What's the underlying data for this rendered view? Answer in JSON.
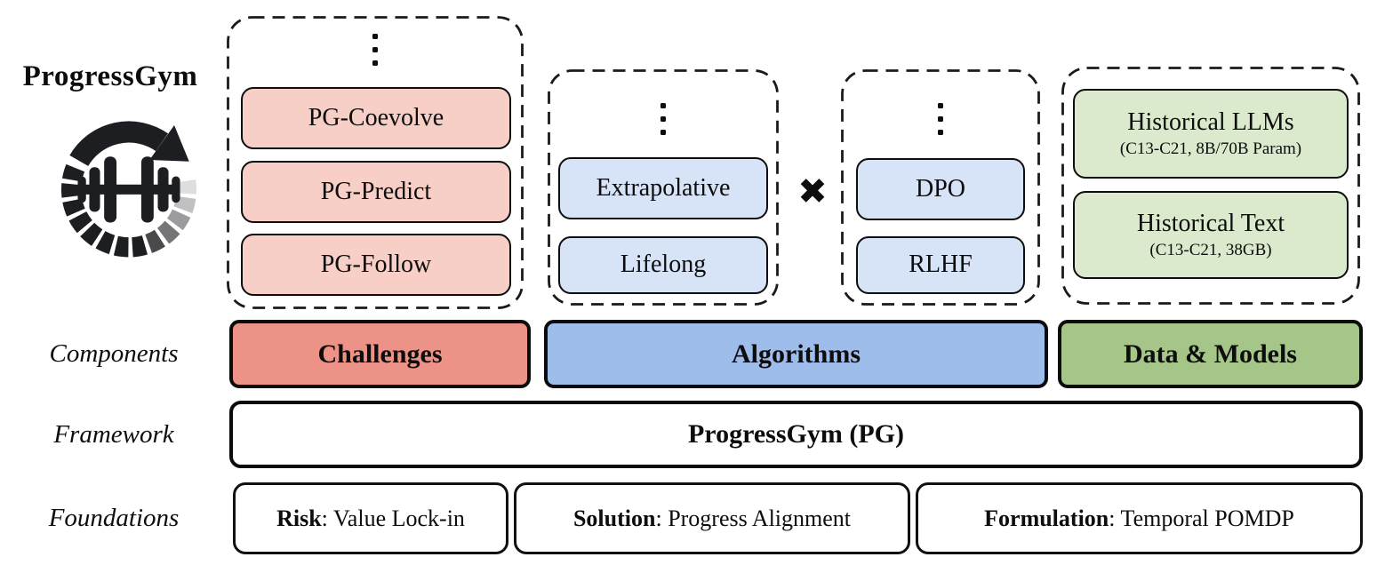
{
  "title": "ProgressGym",
  "icons": {
    "logo": "progressgym-circular-arrow-dumbbell",
    "vertical_ellipsis": "⋮",
    "cross_multiply": "✖"
  },
  "groups": {
    "challenges": {
      "items": [
        "PG-Coevolve",
        "PG-Predict",
        "PG-Follow"
      ]
    },
    "algorithm_paradigms": {
      "items": [
        "Extrapolative",
        "Lifelong"
      ]
    },
    "alignment_methods": {
      "items": [
        "DPO",
        "RLHF"
      ]
    },
    "data_models": {
      "items": [
        {
          "label": "Historical LLMs",
          "detail": "(C13-C21, 8B/70B Param)"
        },
        {
          "label": "Historical Text",
          "detail": "(C13-C21, 38GB)"
        }
      ]
    }
  },
  "rows": {
    "components": {
      "label": "Components",
      "challenges": "Challenges",
      "algorithms": "Algorithms",
      "data_models": "Data & Models"
    },
    "framework": {
      "label": "Framework",
      "title": "ProgressGym (PG)"
    },
    "foundations": {
      "label": "Foundations",
      "items": [
        {
          "term": "Risk",
          "rest": ": Value Lock-in"
        },
        {
          "term": "Solution",
          "rest": ": Progress Alignment"
        },
        {
          "term": "Formulation",
          "rest": ": Temporal POMDP"
        }
      ]
    }
  },
  "colors": {
    "salmon_light": "#f7cfc6",
    "salmon_strong": "#ec9287",
    "blue_light": "#d7e3f6",
    "blue_strong": "#9ebdeb",
    "green_light": "#dbe9cd",
    "green_strong": "#a6c689",
    "border": "#0d0d0d"
  }
}
